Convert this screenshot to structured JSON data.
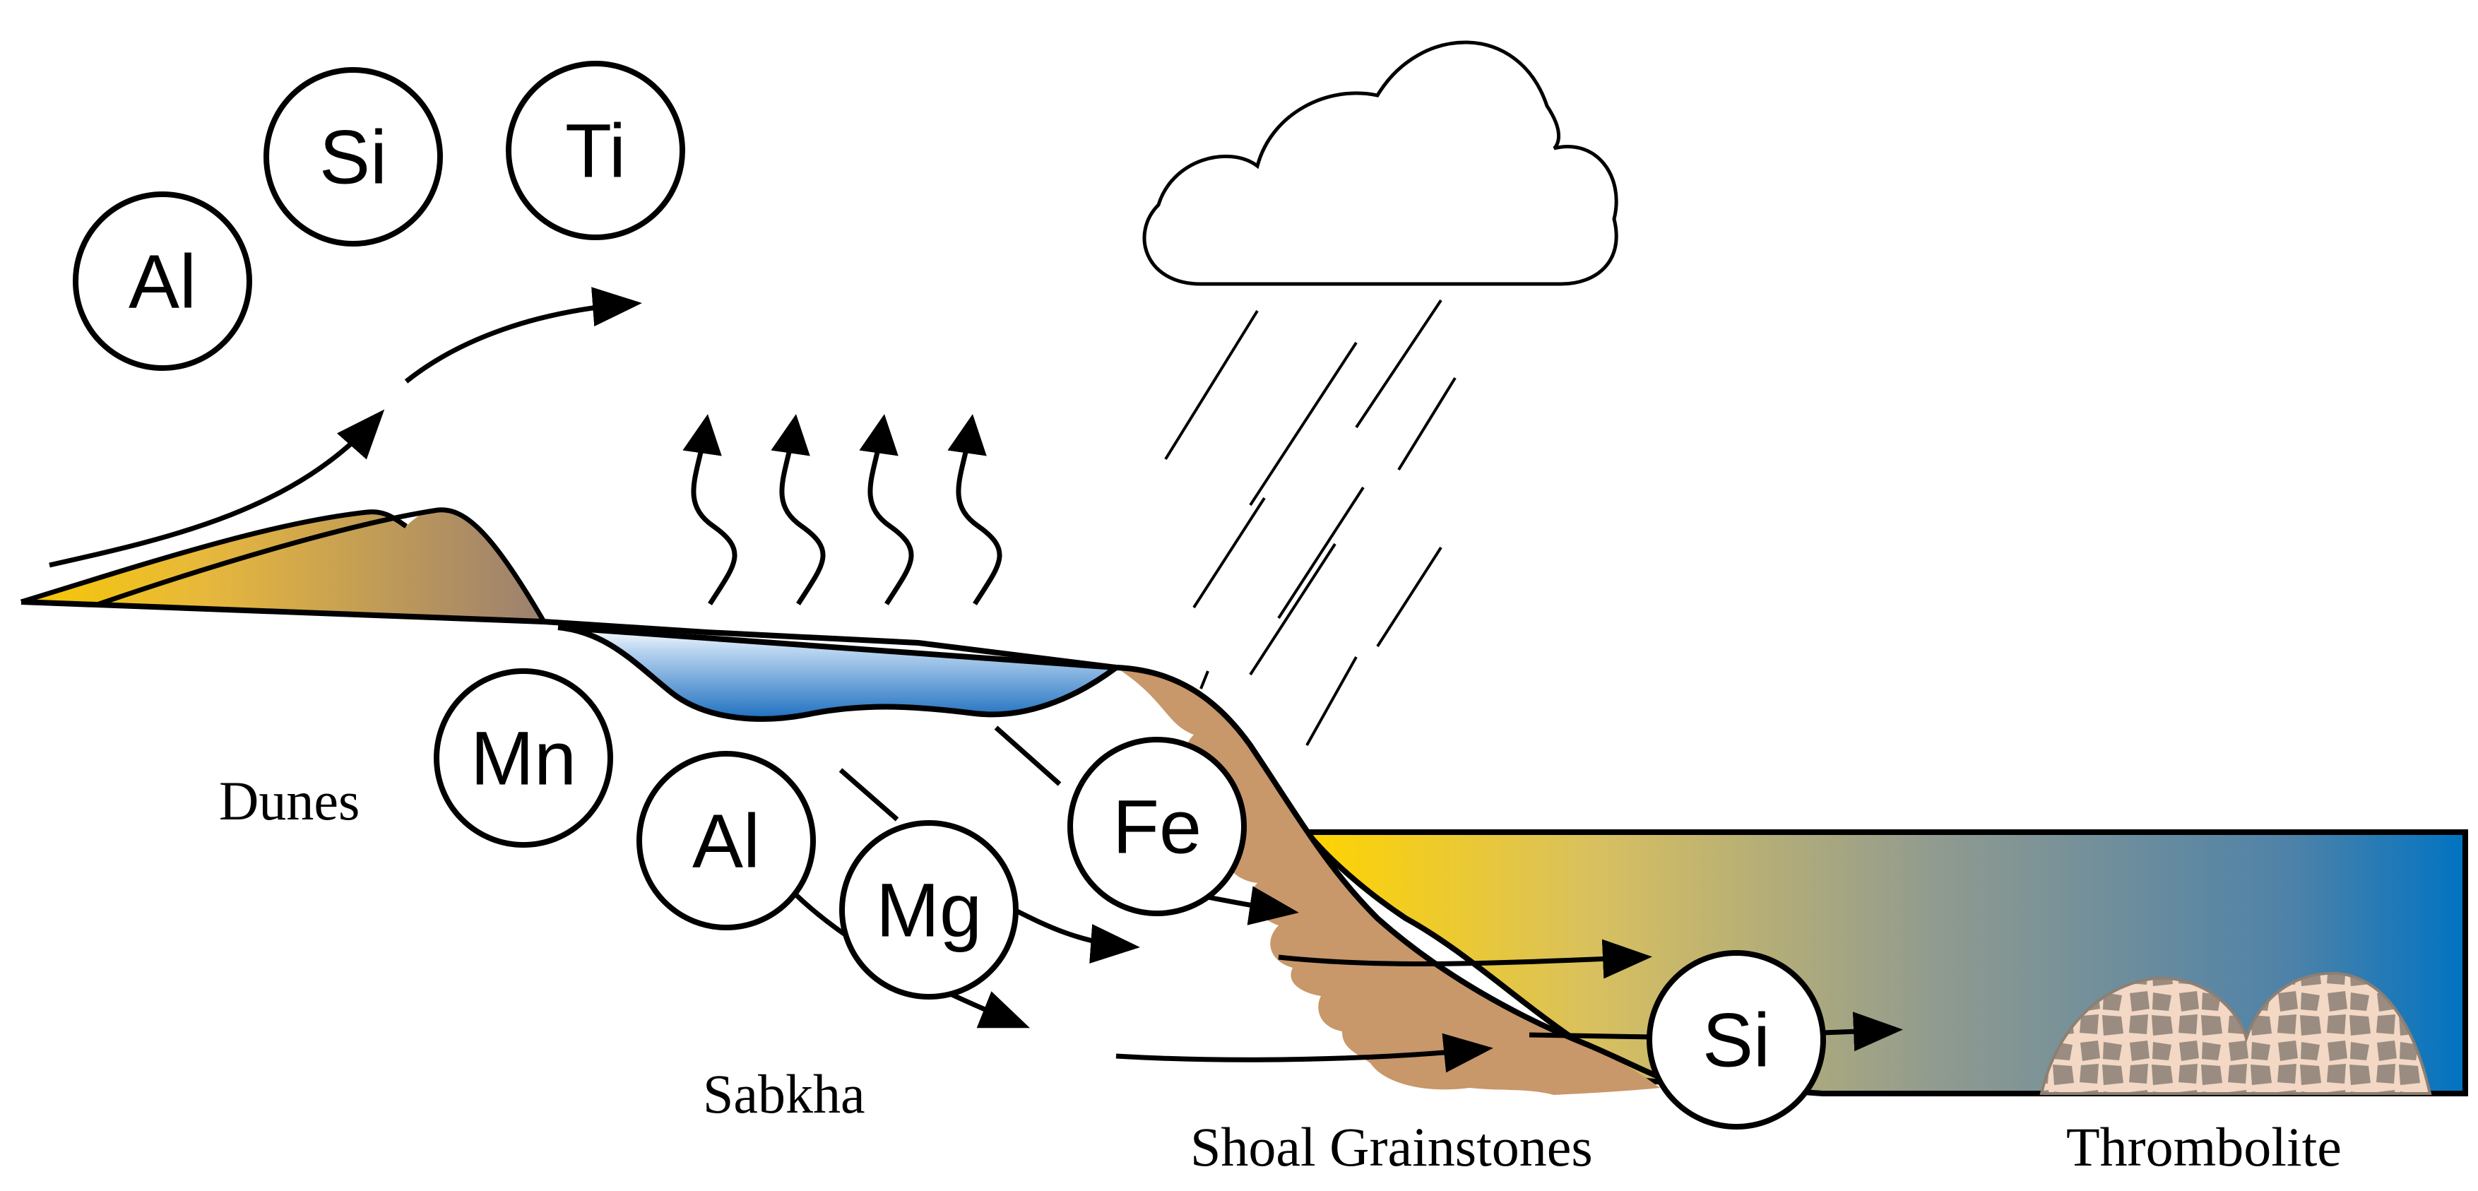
{
  "labels": {
    "dunes": "Dunes",
    "sabkha": "Sabkha",
    "shoal": "Shoal Grainstones",
    "thrombolite": "Thrombolite"
  },
  "elements": {
    "wind_al": "Al",
    "wind_si": "Si",
    "wind_ti": "Ti",
    "mn": "Mn",
    "al": "Al",
    "mg": "Mg",
    "fe": "Fe",
    "si": "Si"
  },
  "colors": {
    "dune_light": "#f5c518",
    "dune_dark": "#a0836a",
    "sabkha_water": "#2a7ac8",
    "sea_yellow": "#ffd400",
    "sea_blue": "#0074c2",
    "shoal_brown": "#c8976a",
    "thrombolite": "#9a8c80"
  }
}
